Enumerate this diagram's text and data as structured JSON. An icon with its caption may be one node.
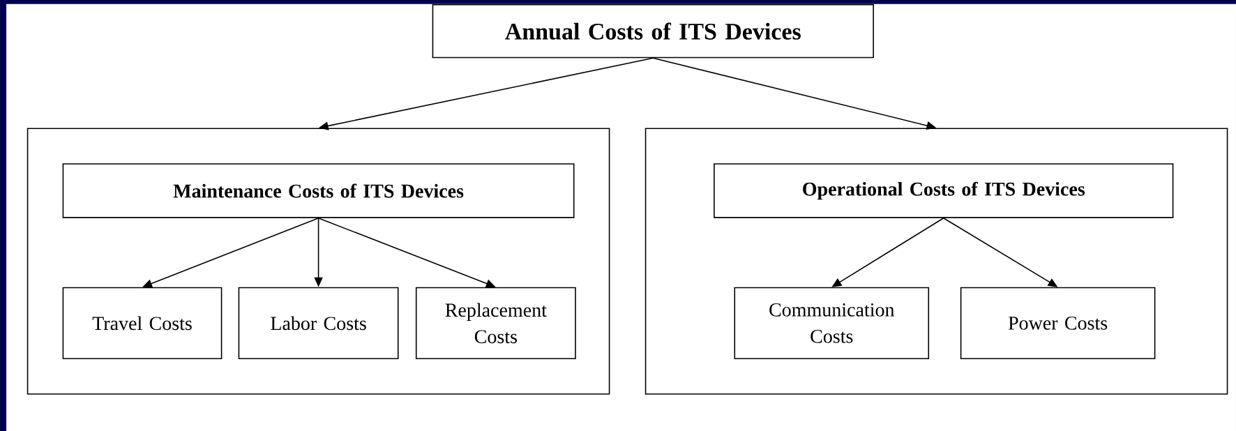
{
  "diagram": {
    "nodes": [
      {
        "text": [
          "Annual Costs of ITS Devices"
        ]
      },
      {
        "text": [],
        "shape": "box"
      },
      {
        "text": [],
        "shape": "box"
      },
      {
        "text": [
          "Maintenance Costs of ITS Devices"
        ],
        "in": 1
      },
      {
        "text": [
          "Travel Costs"
        ],
        "in": 1
      },
      {
        "text": [
          "Labor Costs"
        ],
        "in": 1
      },
      {
        "text": [
          "Replacement Costs"
        ],
        "in": 1
      },
      {
        "text": [
          "Operational Costs of ITS Devices"
        ],
        "in": 2
      },
      {
        "text": [
          "Communication Costs"
        ],
        "in": 2
      },
      {
        "text": [
          "Power Costs"
        ],
        "in": 2
      }
    ],
    "edges": [
      {
        "from": 0,
        "to": 1,
        "arrow": "to"
      },
      {
        "from": 0,
        "to": 2,
        "arrow": "to"
      },
      {
        "from": 3,
        "to": 4,
        "arrow": "to"
      },
      {
        "from": 3,
        "to": 5,
        "arrow": "to"
      },
      {
        "from": 3,
        "to": 6,
        "arrow": "to"
      },
      {
        "from": 7,
        "to": 8,
        "arrow": "to"
      },
      {
        "from": 7,
        "to": 9,
        "arrow": "to"
      }
    ]
  }
}
